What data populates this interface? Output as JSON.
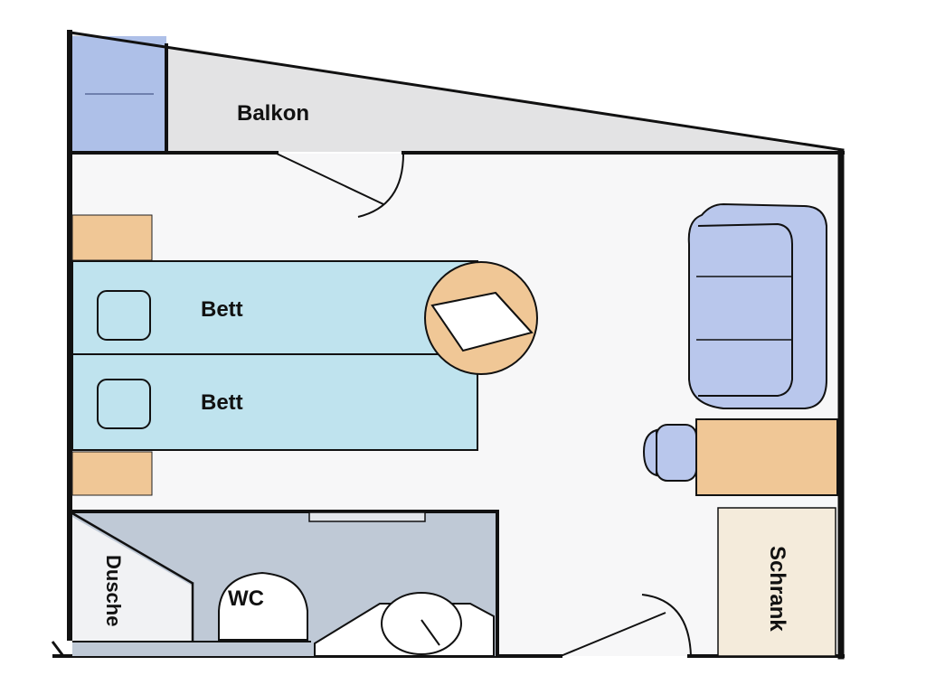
{
  "labels": {
    "balcony": "Balkon",
    "bed_upper": "Bett",
    "bed_lower": "Bett",
    "shower": "Dusche",
    "toilet": "WC",
    "wardrobe": "Schrank"
  },
  "colors": {
    "wall": "#111111",
    "floor": "#f7f7f8",
    "balcony_floor": "#e3e3e4",
    "balcony_furniture": "#aec0e8",
    "bed": "#bfe3ee",
    "nightstand": "#f0c796",
    "sofa": "#b9c7ec",
    "desk": "#f0c796",
    "table": "#f0c796",
    "bathroom": "#bfc9d6",
    "shower_area": "#f1f2f4",
    "wardrobe": "#f4ebdb"
  },
  "icons": {
    "sofa": "sofa-icon",
    "chair": "chair-icon",
    "table": "round-table-icon",
    "toilet": "toilet-icon",
    "sink": "sink-icon",
    "pillow": "pillow-icon"
  }
}
